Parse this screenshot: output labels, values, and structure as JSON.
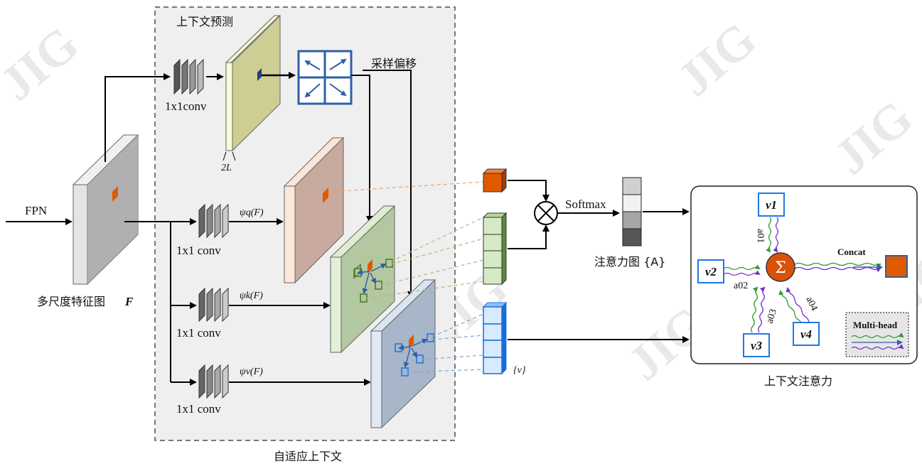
{
  "watermark": "JIG",
  "labels": {
    "fpn": "FPN",
    "feature_map": "多尺度特征图",
    "feature_symbol": "F",
    "context_prediction": "上下文预测",
    "conv_top": "1x1conv",
    "two_l": "2L",
    "sampling_offset": "采样偏移",
    "conv_q": "1x1 conv",
    "conv_k": "1x1 conv",
    "conv_v": "1x1 conv",
    "psi_q": "ψq(F)",
    "psi_k": "ψk(F)",
    "psi_v": "ψv(F)",
    "adaptive_context": "自适应上下文",
    "softmax": "Softmax",
    "attention_map": "注意力图 {A}",
    "values": "{v}",
    "context_attention": "上下文注意力",
    "concat": "Concat",
    "multi_head": "Multi-head",
    "sigma": "Σ",
    "v1": "v1",
    "v2": "v2",
    "v3": "v3",
    "v4": "v4",
    "a01": "a01",
    "a02": "a02",
    "a03": "a03",
    "a04": "a04"
  },
  "colors": {
    "query": "#e05a00",
    "key_green": "#4e7a2c",
    "value_blue": "#1e78e6",
    "offset_blue": "#2e5fa8",
    "attention_grays": [
      "#d0d0d0",
      "#f2f2f2",
      "#a6a6a6",
      "#555555"
    ]
  }
}
